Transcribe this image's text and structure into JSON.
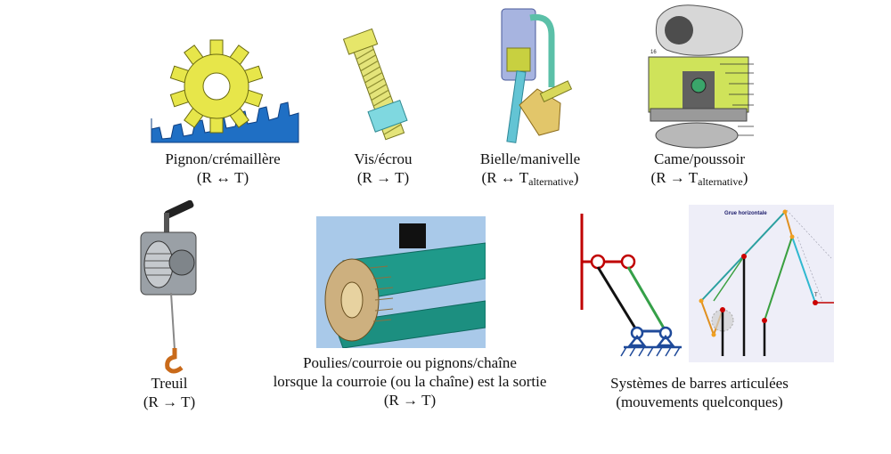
{
  "mechanisms": [
    {
      "name": "Pignon/crémaillère",
      "motion": "(R ↔ T)"
    },
    {
      "name": "Vis/écrou",
      "motion": "(R → T)"
    },
    {
      "name": "Bielle/manivelle",
      "motion_main": "(R ↔ T",
      "motion_sub": "alternative",
      "motion_end": ")"
    },
    {
      "name": "Came/poussoir",
      "motion_main": "(R → T",
      "motion_sub": "alternative",
      "motion_end": ")"
    },
    {
      "name": "Treuil",
      "motion": "(R → T)"
    },
    {
      "name_line1": "Poulies/courroie ou pignons/chaîne",
      "name_line2": "lorsque la courroie (ou la chaîne) est la sortie",
      "motion": "(R → T)"
    },
    {
      "name_line1": "Systèmes de barres articulées",
      "name_line2": "(mouvements quelconques)"
    }
  ],
  "crane_panel": {
    "title": "Grue horizontale",
    "point_label": "T"
  },
  "cam_labels": {
    "label": "16"
  },
  "colors": {
    "blue": "#1f6fc4",
    "yellow": "#e7e64a",
    "teal": "#2f9a8f",
    "red": "#c00000",
    "green": "#35a048"
  }
}
